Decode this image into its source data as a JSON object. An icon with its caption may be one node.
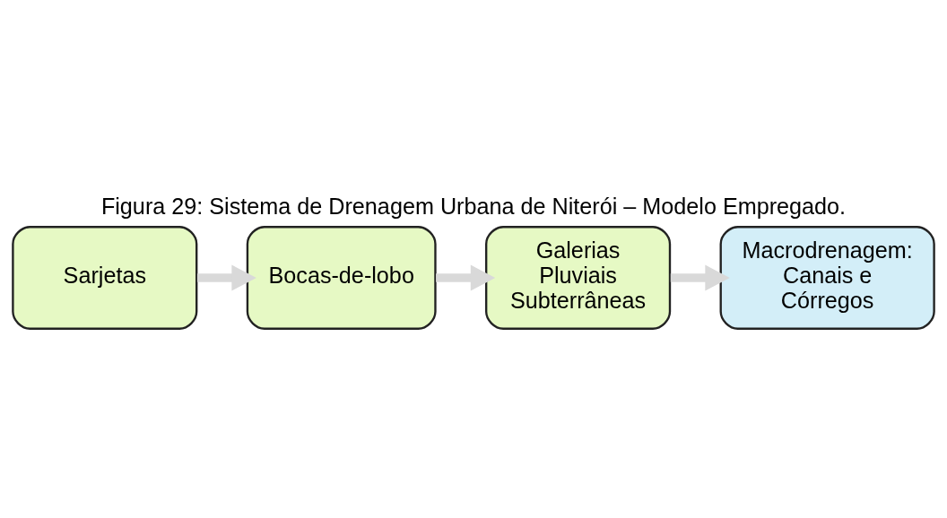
{
  "diagram": {
    "title": "Figura 29: Sistema de Drenagem Urbana de Niterói – Modelo Empregado.",
    "nodes": [
      {
        "text": [
          "Sarjetas"
        ]
      },
      {
        "text": [
          "Bocas-de-lobo"
        ]
      },
      {
        "text": [
          "Galerias Pluviais Subterrâneas"
        ]
      },
      {
        "text": [
          "Macrodrenagem: Canais e Córregos"
        ]
      }
    ],
    "edges": [
      {
        "from": 0,
        "to": 1,
        "arrow": "to"
      },
      {
        "from": 1,
        "to": 2,
        "arrow": "to"
      },
      {
        "from": 2,
        "to": 3,
        "arrow": "to"
      }
    ]
  }
}
